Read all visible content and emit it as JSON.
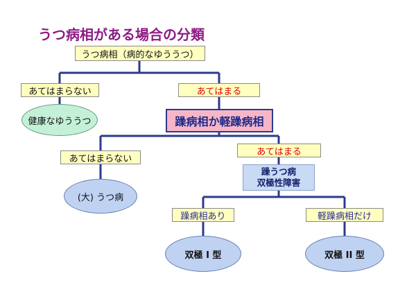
{
  "title": "うつ病相がある場合の分類",
  "root": "うつ病相（病的なゆううつ）",
  "level1": {
    "no_label": "あてはまらない",
    "yes_label": "あてはまる",
    "no_result": "健康なゆううつ",
    "yes_result": "躁病相か軽躁病相"
  },
  "level2": {
    "no_label": "あてはまらない",
    "yes_label": "あてはまる",
    "no_result": "(大) うつ病",
    "yes_result_line1": "躁うつ病",
    "yes_result_line2": "双極性障害"
  },
  "level3": {
    "left_label": "躁病相あり",
    "right_label": "軽躁病相だけ",
    "left_result": "双極 I 型",
    "right_result": "双極 II 型"
  },
  "colors": {
    "line": "#2b3a8f",
    "title": "#8e1b86",
    "yellow_box": "#ffffc0",
    "pink_box": "#f6b6c8",
    "green_ellipse": "#c4f0d8",
    "blue_ellipse": "#bfd2f2"
  }
}
